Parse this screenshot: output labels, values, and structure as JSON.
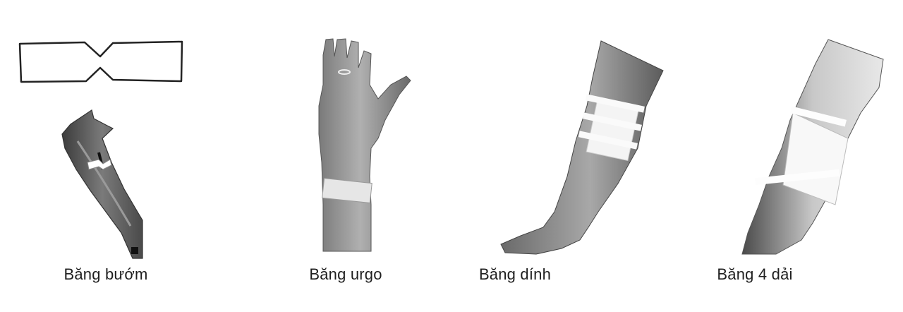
{
  "panels": [
    {
      "caption": "Băng bướm",
      "illustration": "butterfly-bandage-icon"
    },
    {
      "caption": "Băng urgo",
      "illustration": "wrist-adhesive-strip-icon"
    },
    {
      "caption": "Băng dính",
      "illustration": "leg-adhesive-dressing-icon"
    },
    {
      "caption": "Băng 4 dải",
      "illustration": "four-tail-bandage-icon"
    }
  ],
  "colors": {
    "background": "#ffffff",
    "ink": "#1f1f1f",
    "skin_dark": "#5b5b5b",
    "skin_mid": "#8a8a8a",
    "skin_light": "#bdbdbd",
    "bandage": "#f4f4f4"
  }
}
